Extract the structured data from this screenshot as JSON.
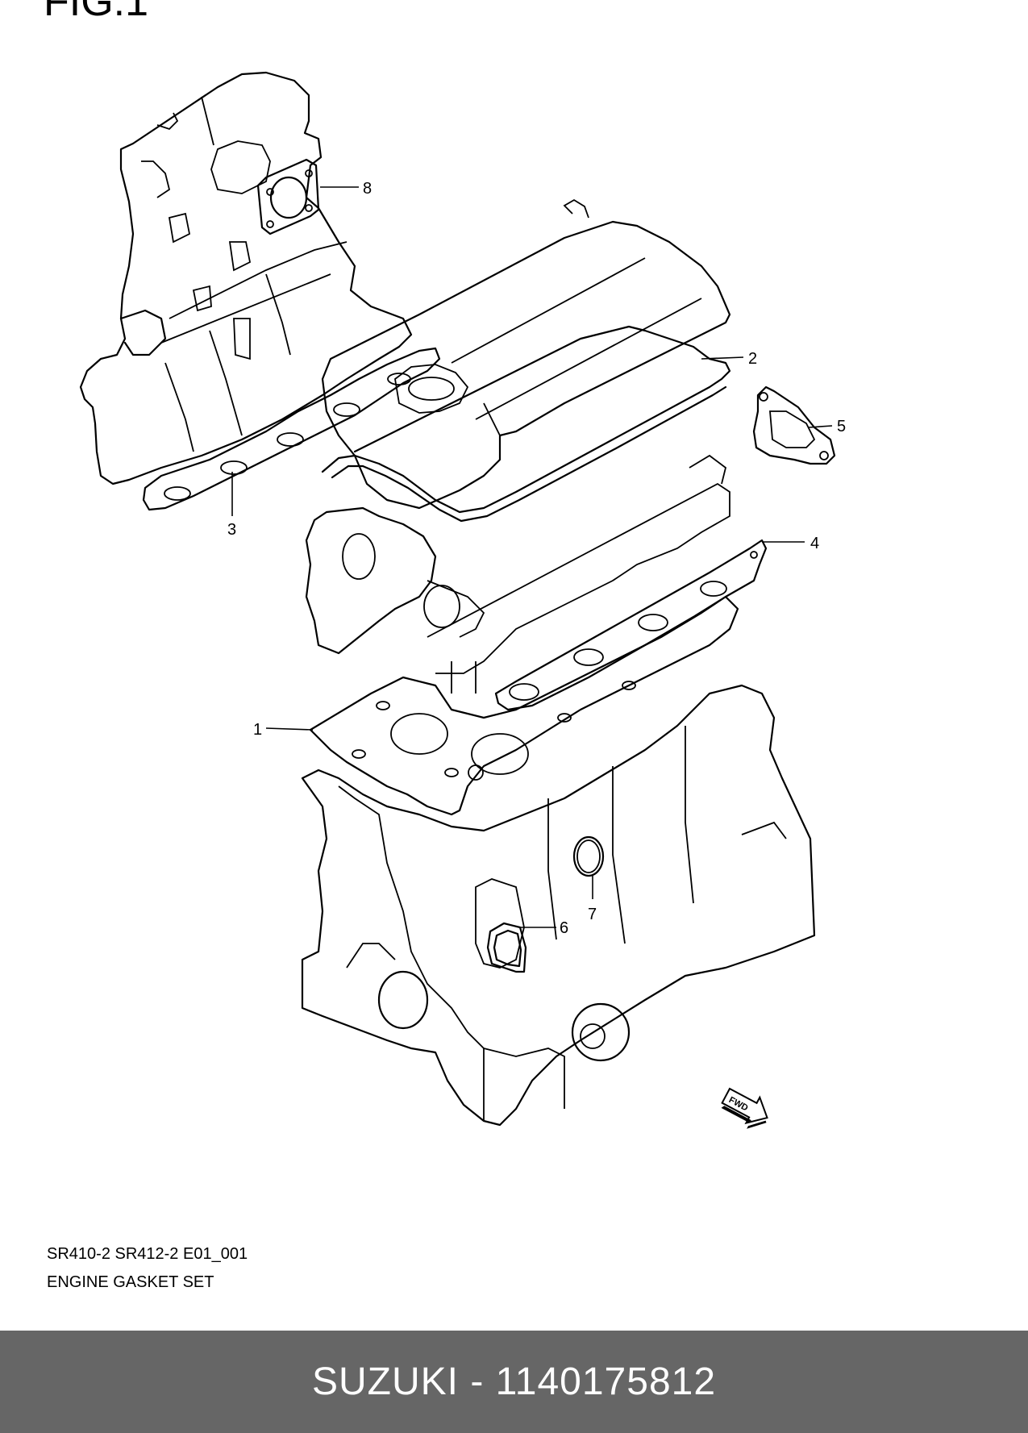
{
  "figure": {
    "title": "FIG.1"
  },
  "callouts": [
    {
      "id": "1",
      "label": "1"
    },
    {
      "id": "2",
      "label": "2"
    },
    {
      "id": "3",
      "label": "3"
    },
    {
      "id": "4",
      "label": "4"
    },
    {
      "id": "5",
      "label": "5"
    },
    {
      "id": "6",
      "label": "6"
    },
    {
      "id": "7",
      "label": "7"
    },
    {
      "id": "8",
      "label": "8"
    }
  ],
  "fwd_badge": "FWD",
  "caption": {
    "line1": "SR410-2 SR412-2 E01_001",
    "line2": "ENGINE GASKET SET"
  },
  "footer": {
    "text": "SUZUKI - 1140175812",
    "background": "#666666",
    "color": "#ffffff"
  }
}
